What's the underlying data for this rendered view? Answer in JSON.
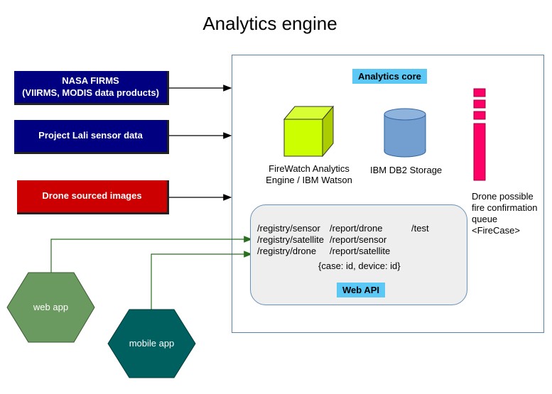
{
  "title": "Analytics engine",
  "sources": [
    {
      "line1": "NASA FIRMS",
      "line2": "(VIIRMS, MODIS data products)"
    },
    {
      "line1": "Project Lali sensor data",
      "line2": ""
    },
    {
      "line1": "Drone sourced images",
      "line2": ""
    }
  ],
  "core": {
    "label": "Analytics core",
    "engine_line1": "FireWatch Analytics",
    "engine_line2": "Engine / IBM Watson",
    "storage_label": "IBM DB2 Storage",
    "queue_line1": "Drone possible",
    "queue_line2": "fire confirmation",
    "queue_line3": "queue",
    "queue_line4": "<FireCase>"
  },
  "api": {
    "label": "Web API",
    "endpoints_col1": [
      "/registry/sensor",
      "/registry/satellite",
      "/registry/drone"
    ],
    "endpoints_col2": [
      "/report/drone",
      "/report/sensor",
      "/report/satellite"
    ],
    "endpoint_test": "/test",
    "payload": "{case: id, device: id}"
  },
  "clients": {
    "web": "web app",
    "mobile": "mobile app"
  },
  "colors": {
    "source_blue": "#000080",
    "source_red": "#cc0000",
    "tag_blue": "#5bc8f5",
    "cube_green": "#ccff00",
    "db_blue": "#729fcf",
    "queue_pink": "#ff0066",
    "web_green": "#6a9a5f",
    "mobile_teal": "#006060",
    "connector_green": "#2a6e1f"
  }
}
